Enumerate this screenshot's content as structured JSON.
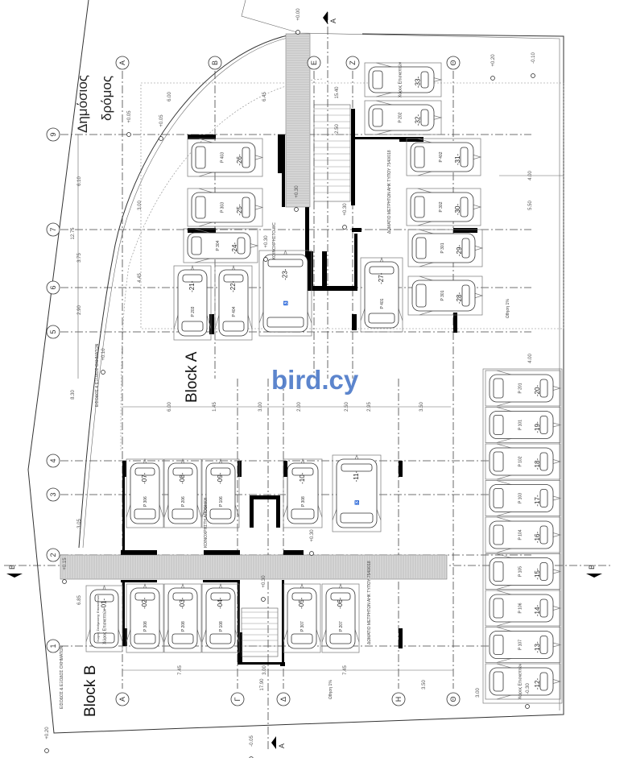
{
  "drawing": {
    "road_label_line1": "Δημόσιος",
    "road_label_line2": "δρόμος",
    "block_a": "Block A",
    "block_b": "Block B",
    "watermark": "bird.cy",
    "watermark_color": "#4a78c8"
  },
  "grid_rows": [
    "9",
    "7",
    "6",
    "5",
    "4",
    "3",
    "2",
    "1"
  ],
  "grid_cols_top": [
    "A",
    "B",
    "E",
    "Z",
    "Θ"
  ],
  "grid_cols_bottom": [
    "A",
    "Γ",
    "Δ",
    "H",
    "Θ"
  ],
  "sections": {
    "a_top": "A",
    "a_bottom": "A",
    "b_left": "B",
    "b_right": "B"
  },
  "elevations": [
    "+0.00",
    "+0.05",
    "+0.05",
    "+0.10",
    "+0.20",
    "-0.10",
    "+0.30",
    "+0.30",
    "+0.30",
    "+0.30",
    "+0.30",
    "+0.15",
    "+0.20",
    "-0.05",
    "-0.30"
  ],
  "dimensions": [
    "6.00",
    "6.45",
    "3.00",
    "4.45",
    "6.10",
    "12.75",
    "3.75",
    "2.90",
    "8.30",
    "6.00",
    "1.45",
    "3.00",
    "2.00",
    "2.50",
    "2.95",
    "3.50",
    "4.00",
    "5.50",
    "4.00",
    "7.45",
    "17.90",
    "3.00",
    "7.45",
    "3.50",
    "3.00",
    "15.40",
    "2.50",
    "3.05",
    "6.85"
  ],
  "rooms": {
    "wc": "ΚΟΙΝΟΧΡΗΣΤΟ WC",
    "meter_room_a": "ΔΩΜΑΤΙΟ ΜΕΤΡΗΤΩΝ ΑΗΚ ΤΥΠΟΥ 7540/018",
    "meter_room_b": "ΔΩΜΑΤΙΟ ΜΕΤΡΗΤΩΝ ΑΗΚ ΤΥΠΟΥ 7540/018",
    "entrance_a": "ΕΙΣΟΔΟΣ & ΕΞΟΔΟΣ ΟΧΗΜΑΤΩΝ",
    "entrance_b": "ΕΙΣΟΔΟΣ & ΕΞΟΔΟΣ ΟΧΗΜΑΤΩΝ",
    "slope_a": "Ωθηση 1%",
    "slope_b": "Ωθηση 1%",
    "common_b": "ΚΟΙΝΟΧΡΗΣΤΗ ΑΠΟΘΗΚΗ",
    "visitor": "Χώρος Στάθμευσης Επισκεπτών"
  },
  "spaces": [
    {
      "num": "-26-",
      "code": "P 403"
    },
    {
      "num": "-25-",
      "code": "P 303"
    },
    {
      "num": "-24-",
      "code": "P 304"
    },
    {
      "num": "-21-",
      "code": "P 203"
    },
    {
      "num": "-22-",
      "code": "P 404"
    },
    {
      "num": "-23-",
      "code": "♿"
    },
    {
      "num": "-27-",
      "code": "P 401"
    },
    {
      "num": "-33-",
      "code": "Χώρος Επισκεπτών"
    },
    {
      "num": "-32-",
      "code": "P 202"
    },
    {
      "num": "-31-",
      "code": "P 402"
    },
    {
      "num": "-30-",
      "code": "P 302"
    },
    {
      "num": "-29-",
      "code": "P 301"
    },
    {
      "num": "-28-",
      "code": "P 301"
    },
    {
      "num": "-20-",
      "code": "P 201"
    },
    {
      "num": "-19-",
      "code": "P 101"
    },
    {
      "num": "-18-",
      "code": "P 102"
    },
    {
      "num": "-17-",
      "code": "P 103"
    },
    {
      "num": "-16-",
      "code": "P 104"
    },
    {
      "num": "-15-",
      "code": "P 105"
    },
    {
      "num": "-14-",
      "code": "P 106"
    },
    {
      "num": "-13-",
      "code": "P 107"
    },
    {
      "num": "-12-",
      "code": "Χώρος Επισκεπτών"
    },
    {
      "num": "-07-",
      "code": "P 306"
    },
    {
      "num": "-08-",
      "code": "P 206"
    },
    {
      "num": "-09-",
      "code": "P 106"
    },
    {
      "num": "-10-",
      "code": "P 308"
    },
    {
      "num": "-11-",
      "code": "♿"
    },
    {
      "num": "-01-",
      "code": "Χώρος Επισκεπτών"
    },
    {
      "num": "-02-",
      "code": "P 308"
    },
    {
      "num": "-03-",
      "code": "P 208"
    },
    {
      "num": "-04-",
      "code": "P 108"
    },
    {
      "num": "-05-",
      "code": "P 307"
    },
    {
      "num": "-06-",
      "code": "P 207"
    }
  ]
}
